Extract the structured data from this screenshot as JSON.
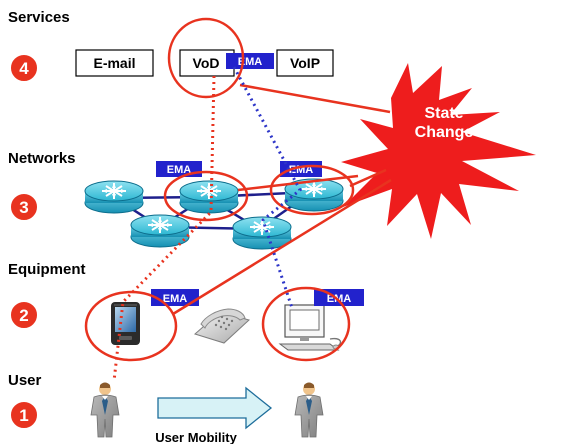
{
  "layers": {
    "services": "Services",
    "networks": "Networks",
    "equipment": "Equipment",
    "user": "User"
  },
  "steps": [
    "4",
    "3",
    "2",
    "1"
  ],
  "services": {
    "email": "E-mail",
    "vod": "VoD",
    "voip": "VoIP"
  },
  "ema_labels": {
    "service": "EMA",
    "network_left": "EMA",
    "network_right": "EMA",
    "equipment_left": "EMA",
    "equipment_right": "EMA"
  },
  "state_change": {
    "line1": "State",
    "line2": "Change"
  },
  "user_mobility": "User Mobility",
  "colors": {
    "red": "#e8331f",
    "blue_dots": "#2d35c8",
    "router_teal": "#1aa9c6",
    "ema_blue": "#2222cc",
    "star": "#ee1d1d",
    "arrow_fill": "#d7f2f6",
    "person_gray": "#9b9b9b"
  },
  "icons": {
    "router": "router-icon",
    "pda": "pda-icon",
    "phone": "telephone-icon",
    "computer": "desktop-computer-icon",
    "person": "person-icon",
    "arrow": "arrow-right-icon"
  }
}
